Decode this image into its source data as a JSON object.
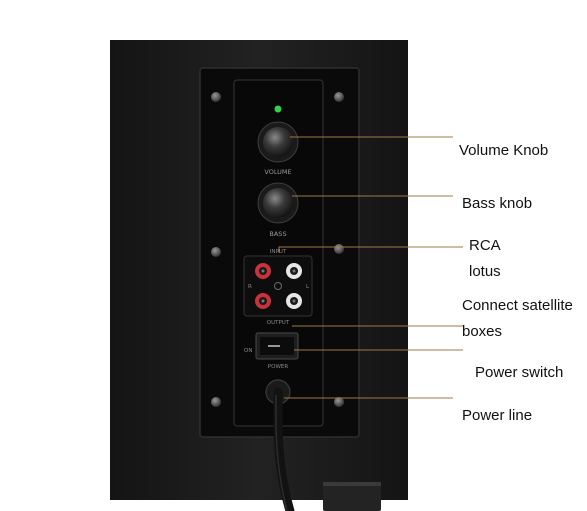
{
  "panel_labels": {
    "volume": "VOLUME",
    "bass": "BASS",
    "input": "INPUT",
    "output": "OUTPUT",
    "on": "ON",
    "power": "POWER",
    "left_channel": "L",
    "right_channel": "R"
  },
  "callouts": [
    {
      "id": "volume-knob",
      "text": "Volume Knob"
    },
    {
      "id": "bass-knob",
      "text": "Bass knob"
    },
    {
      "id": "rca",
      "text": "RCA"
    },
    {
      "id": "lotus",
      "text": "lotus"
    },
    {
      "id": "connect-satellite",
      "text": "Connect satellite"
    },
    {
      "id": "boxes",
      "text": "boxes"
    },
    {
      "id": "power-switch",
      "text": "Power switch"
    },
    {
      "id": "power-line",
      "text": "Power line"
    }
  ],
  "colors": {
    "cabinet": "#1b1b1b",
    "panel": "#0c0c0c",
    "leader_line": "#a07845",
    "led": "#34d24a",
    "rca_red": "#c8323a",
    "rca_white": "#e6e6e6",
    "label_text": "#111111"
  }
}
